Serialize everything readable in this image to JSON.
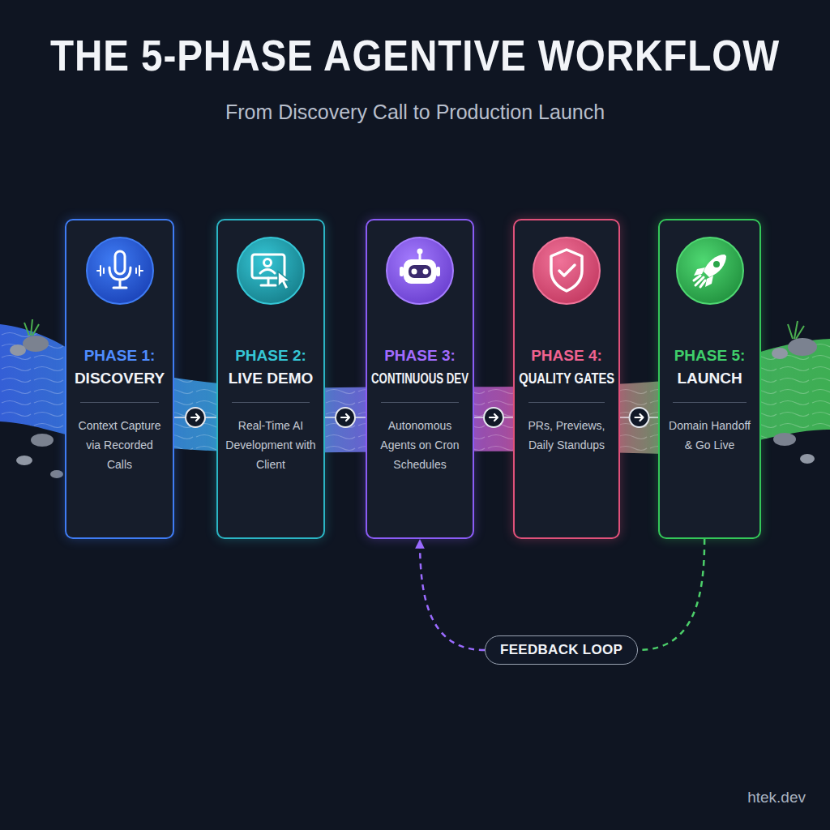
{
  "diagram": {
    "title": "THE 5-PHASE AGENTIVE WORKFLOW",
    "nodes": [
      {
        "text": [
          "PHASE 1:",
          "DISCOVERY",
          "Context Capture via Recorded Calls"
        ]
      },
      {
        "text": [
          "PHASE 2:",
          "LIVE DEMO",
          "Real-Time AI Development with Client"
        ]
      },
      {
        "text": [
          "PHASE 3:",
          "CONTINUOUS DEV",
          "Autonomous Agents on Cron Schedules"
        ]
      },
      {
        "text": [
          "PHASE 4:",
          "QUALITY GATES",
          "PRs, Previews, Daily Standups"
        ]
      },
      {
        "text": [
          "PHASE 5:",
          "LAUNCH",
          "Domain Handoff & Go Live"
        ]
      },
      {
        "text": [
          "FEEDBACK LOOP"
        ]
      }
    ],
    "edges": [
      {
        "from": 0,
        "to": 1,
        "arrow": "to"
      },
      {
        "from": 1,
        "to": 2,
        "arrow": "to"
      },
      {
        "from": 2,
        "to": 3,
        "arrow": "to"
      },
      {
        "from": 3,
        "to": 4,
        "arrow": "to"
      },
      {
        "from": 4,
        "to": 5,
        "arrow": "none"
      },
      {
        "from": 5,
        "to": 2,
        "arrow": "to"
      }
    ],
    "labels": [
      "From Discovery Call to Production Launch",
      "htek.dev"
    ]
  }
}
